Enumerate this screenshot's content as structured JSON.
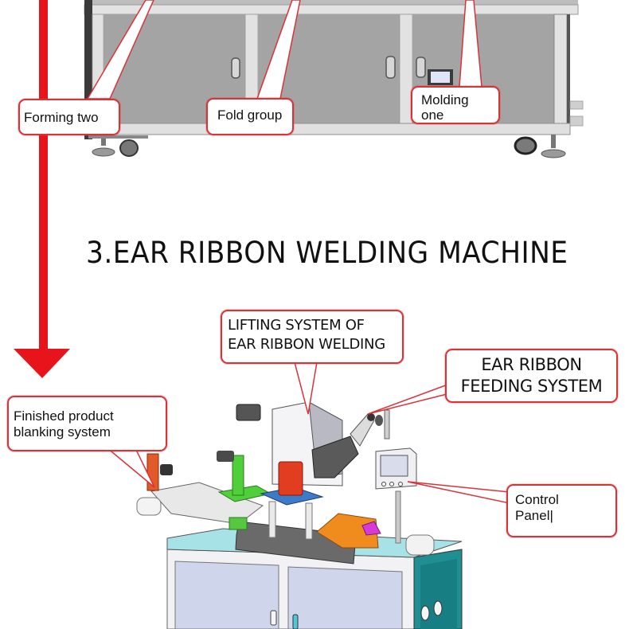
{
  "section": {
    "title": "3.EAR RIBBON WELDING MACHINE"
  },
  "colors": {
    "arrow": "#e8141b",
    "callout_border": "#d9333a",
    "cabinet_gray": "#a7a7a7",
    "frame_light": "#dcdcdc",
    "table_top": "#a6e2e6",
    "side_panel": "#1f8f93",
    "orange_part": "#f08c1e",
    "red_part": "#e23d20",
    "green_part": "#4fcf3a",
    "blue_part": "#3d7bc8",
    "magenta_part": "#d83ad8"
  },
  "upper_machine": {
    "callouts": [
      {
        "id": "forming-two",
        "label": "Forming two"
      },
      {
        "id": "fold-group",
        "label": "Fold group"
      },
      {
        "id": "molding-one",
        "label": "Molding\none"
      }
    ]
  },
  "lower_machine": {
    "callouts": [
      {
        "id": "lifting-system",
        "label": "LIFTING SYSTEM OF\nEAR RIBBON WELDING"
      },
      {
        "id": "feeding-system",
        "label": "EAR RIBBON\nFEEDING SYSTEM"
      },
      {
        "id": "blanking-system",
        "label": "Finished product\nblanking system"
      },
      {
        "id": "control-panel",
        "label": "Control\nPanel|"
      }
    ]
  },
  "flow_arrow": {
    "icon": "arrow-down-icon",
    "direction": "down"
  }
}
